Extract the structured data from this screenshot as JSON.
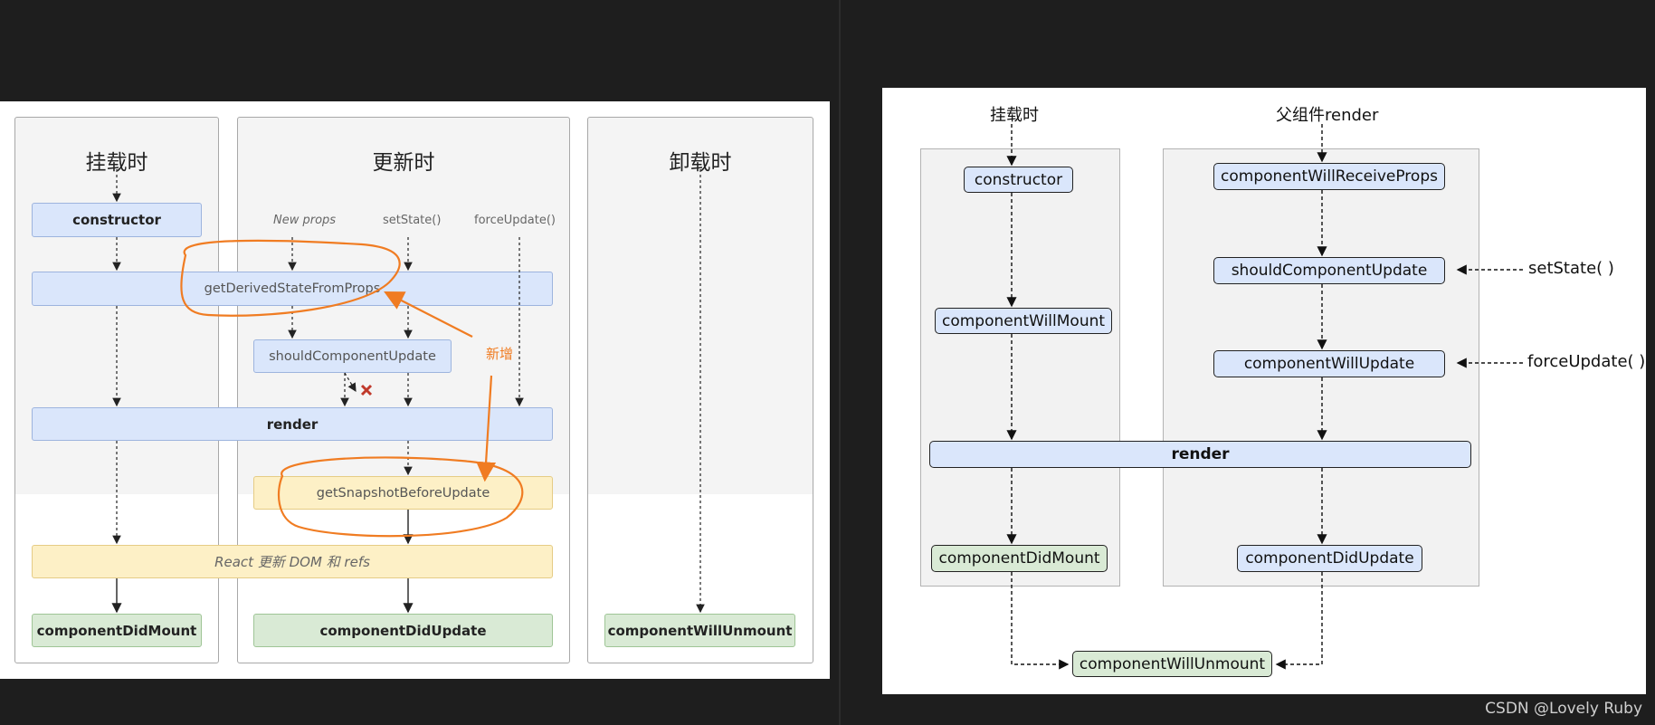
{
  "left_diagram": {
    "columns": {
      "mount": "挂载时",
      "update": "更新时",
      "unmount": "卸载时"
    },
    "triggers": {
      "new_props": "New props",
      "set_state": "setState()",
      "force_update": "forceUpdate()"
    },
    "boxes": {
      "constructor": "constructor",
      "get_derived_state": "getDerivedStateFromProps",
      "should_update": "shouldComponentUpdate",
      "render": "render",
      "get_snapshot": "getSnapshotBeforeUpdate",
      "react_update_dom": "React 更新 DOM 和 refs",
      "did_mount": "componentDidMount",
      "did_update": "componentDidUpdate",
      "will_unmount": "componentWillUnmount"
    },
    "annotation": "新增",
    "colors": {
      "blue": "#dae6fb",
      "yellow": "#fdf0c6",
      "green": "#d9ead5",
      "annotation": "#f07c22",
      "cross": "#c0392b"
    }
  },
  "right_diagram": {
    "labels": {
      "mount": "挂载时",
      "parent_render": "父组件render",
      "set_state": "setState( )",
      "force_update": "forceUpdate( )"
    },
    "boxes": {
      "constructor": "constructor",
      "will_receive_props": "componentWillReceiveProps",
      "should_update": "shouldComponentUpdate",
      "will_mount": "componentWillMount",
      "will_update": "componentWillUpdate",
      "render": "render",
      "did_mount": "componentDidMount",
      "did_update": "componentDidUpdate",
      "will_unmount": "componentWillUnmount"
    }
  },
  "watermark": "CSDN @Lovely Ruby"
}
